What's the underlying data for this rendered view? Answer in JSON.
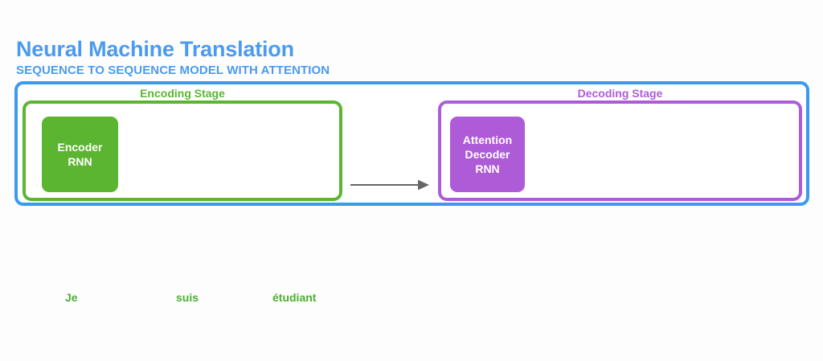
{
  "header": {
    "title": "Neural Machine Translation",
    "subtitle": "SEQUENCE TO SEQUENCE MODEL WITH ATTENTION",
    "title_color": "#4a9bef"
  },
  "model": {
    "frame_color": "#3b9af0",
    "stages": [
      {
        "id": "encoding",
        "label": "Encoding Stage",
        "color": "#5cb531",
        "cell_label": "Encoder\nRNN"
      },
      {
        "id": "decoding",
        "label": "Decoding Stage",
        "color": "#ae5bd8",
        "cell_label": "Attention\nDecoder\nRNN"
      }
    ],
    "arrow": {
      "name": "encoder-to-decoder-arrow",
      "color": "#666666",
      "direction": "right"
    }
  },
  "output": {
    "word_color": "#4caf32",
    "words": [
      "Je",
      "suis",
      "étudiant"
    ]
  }
}
